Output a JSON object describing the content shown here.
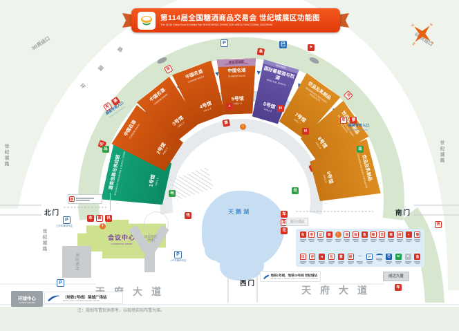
{
  "header": {
    "title_cn": "第114届全国糖酒商品交易会 世纪城展区功能图",
    "title_en": "The 114th China Food & Drinks Fair SHIJICHENG EXHIBITION AREA FUNCTIONAL DIAGRAM"
  },
  "freight": {
    "left": "3B货运口",
    "right": "6B货运口"
  },
  "roads": {
    "ring": [
      "环",
      "国",
      "路"
    ],
    "century": "世纪城路",
    "tianfu": "天府大道"
  },
  "gates": {
    "north": "北门",
    "west": "西门",
    "south": "南门"
  },
  "halls": [
    {
      "cn": "酒类包装与供应链",
      "en": "ALCOHOLIC PACKAGING & SUPPLY CHAIN",
      "no": "1号馆",
      "no_en": "HALL 1"
    },
    {
      "cn": "中国名酒",
      "en": "CHINESE BAIJIU",
      "no": "2号馆",
      "no_en": "HALL 2"
    },
    {
      "cn": "中国名酒",
      "en": "CHINESE BAIJIU",
      "no": "3号馆",
      "no_en": "HALL 3"
    },
    {
      "cn": "中国名酒",
      "en": "CHINESE BAIJIU",
      "no": "4号馆",
      "no_en": "HALL 4"
    },
    {
      "cn": "中国名酒",
      "en": "CHINESE BAIJIU",
      "no": "5号馆",
      "no_en": "HALL 5"
    },
    {
      "cn": "国际葡萄酒与烈酒",
      "en": "WINE AND SPIRITS",
      "no": "6号馆",
      "no_en": "HALL 6"
    },
    {
      "cn": "饮品及乳制品",
      "en": "BEVERAGES AND DAIRY PRODUCTS",
      "no": "7号馆",
      "no_en": "HALL 7"
    },
    {
      "cn": "饮品及乳制品",
      "en": "BEVERAGES AND DAIRY PRODUCTS",
      "no": "8号馆",
      "no_en": "HALL 8"
    },
    {
      "cn": "饮品及乳制品",
      "en": "BEVERAGES AND DAIRY PRODUCTS",
      "no": "9号馆",
      "no_en": "HALL 9"
    }
  ],
  "hall5_header": {
    "cn": "会议活动区",
    "en": "CONFERENCE ACTIVITIES AREA"
  },
  "hall6_strip": "会议活动区",
  "exhibitor_entrance": {
    "cn": "展商专用入口",
    "en": "EXHIBITORS ENTRANCE"
  },
  "lake": "天鹅湖",
  "plaza": {
    "holiday_hotel": "假日大酒店"
  },
  "buildings": {
    "convention_cn": "会议中心",
    "convention_en": "CONVENTION CENTER",
    "intercontinental": "洲际酒店",
    "holiday_west_1": "假日酒店",
    "holiday_west_2": "（西楼）",
    "chengda": "成达大厦",
    "global_cn": "环球中心",
    "global_en": "GLOBAL CENTER"
  },
  "parking": {
    "vip": "VIP车辆停车区",
    "work": "工作车辆停车区"
  },
  "metro": {
    "west_cn": "地铁1号线、地铁18号线 世纪城站",
    "west_en": "METRO LINE 1 / METRO LINE 18  CENTURY CITY STATION",
    "global_cn": "（地铁1号线）锦城广场站",
    "global_en": "METRO LINE 1  JINCHENG SQUARE STATION"
  },
  "note": "注：规划布置仅供参考，以现场实际布置为准。",
  "compass": {
    "n": "N",
    "e": "E",
    "s": "S",
    "w": "W"
  },
  "icons": {
    "parking": "P",
    "info": "i",
    "medical": "H",
    "cross": "+",
    "exit": "出",
    "bus": "巴",
    "flag": "⚑",
    "arrow": "▶",
    "ticket": "票",
    "car": "车",
    "comm": "讯",
    "aid": "急",
    "booth": "亭"
  },
  "legend": {
    "row1": [
      {
        "g": "车",
        "c": "rf"
      },
      {
        "g": "亭",
        "c": "r"
      },
      {
        "g": "证",
        "c": "r"
      },
      {
        "g": "验",
        "c": "rf"
      },
      {
        "g": "i",
        "c": "oc"
      },
      {
        "g": "询",
        "c": "r"
      },
      {
        "g": "医",
        "c": "r"
      },
      {
        "g": "急",
        "c": "rf"
      },
      {
        "g": "餐",
        "c": "r"
      },
      {
        "g": "饮",
        "c": "r"
      },
      {
        "g": "商",
        "c": "rf"
      },
      {
        "g": "邮",
        "c": "r"
      },
      {
        "g": "+",
        "c": "rf"
      },
      {
        "g": "警",
        "c": "r"
      }
    ],
    "row2": [
      {
        "g": "讯",
        "c": "r"
      },
      {
        "g": "存",
        "c": "r"
      },
      {
        "g": "H",
        "c": "rf"
      },
      {
        "g": "包",
        "c": "r"
      },
      {
        "g": "票",
        "c": "rf"
      },
      {
        "g": "梯",
        "c": "r"
      },
      {
        "g": "—",
        "c": "bl"
      },
      {
        "g": "P",
        "c": "bp"
      },
      {
        "g": "",
        "c": "mw"
      },
      {
        "g": "巴",
        "c": "bf"
      },
      {
        "g": "M",
        "c": "gf"
      },
      {
        "g": "■",
        "c": "gy"
      },
      {
        "g": "急",
        "c": "rf"
      }
    ]
  }
}
